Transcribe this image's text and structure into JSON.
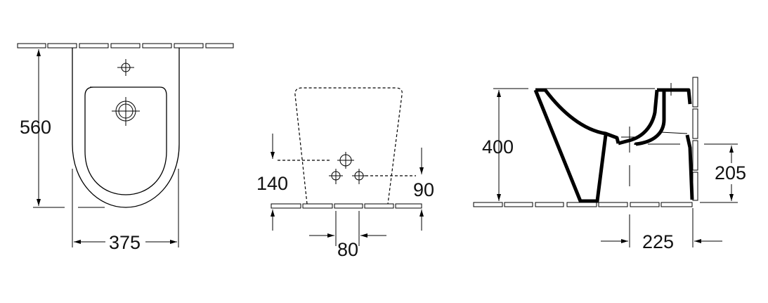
{
  "drawing": {
    "top_view": {
      "depth_label": "560",
      "width_label": "375"
    },
    "rear_view": {
      "inlet_height_label": "140",
      "outlet_height_label": "90",
      "spacing_label": "80"
    },
    "side_view": {
      "rim_height_label": "400",
      "drain_height_label": "205",
      "drain_offset_label": "225"
    }
  }
}
